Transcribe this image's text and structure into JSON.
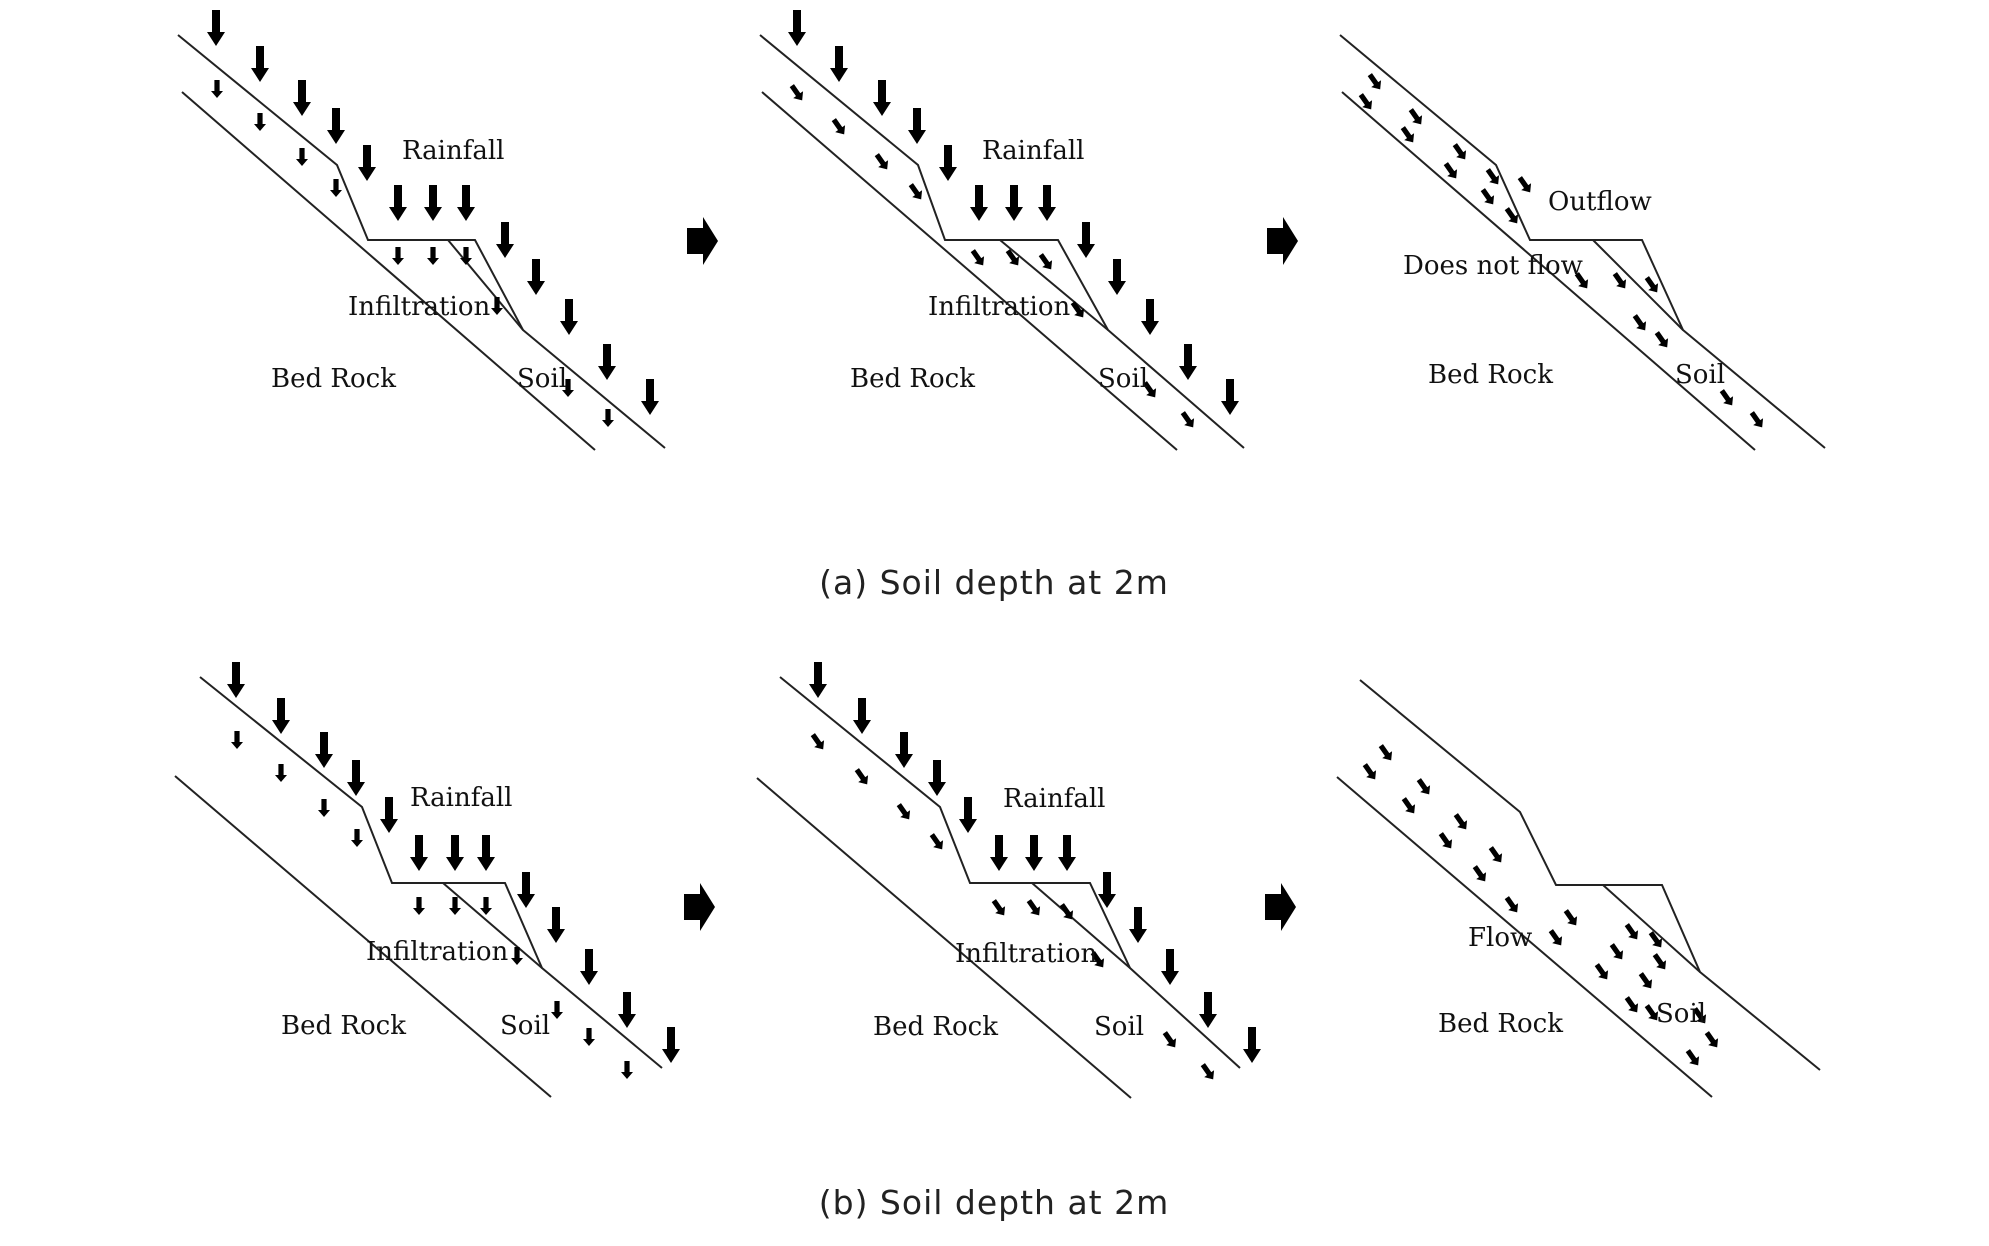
{
  "panels": [
    {
      "name": "a1",
      "labels": {
        "rainfall": "Rainfall",
        "infiltration": "Infiltration",
        "bedrock": "Bed Rock",
        "soil": "Soil"
      }
    },
    {
      "name": "a2",
      "labels": {
        "rainfall": "Rainfall",
        "infiltration": "Infiltration",
        "bedrock": "Bed Rock",
        "soil": "Soil"
      }
    },
    {
      "name": "a3",
      "labels": {
        "outflow": "Outflow",
        "doesnotflow": "Does not flow",
        "bedrock": "Bed Rock",
        "soil": "Soil"
      }
    },
    {
      "name": "b1",
      "labels": {
        "rainfall": "Rainfall",
        "infiltration": "Infiltration",
        "bedrock": "Bed Rock",
        "soil": "Soil"
      }
    },
    {
      "name": "b2",
      "labels": {
        "rainfall": "Rainfall",
        "infiltration": "Infiltration",
        "bedrock": "Bed Rock",
        "soil": "Soil"
      }
    },
    {
      "name": "b3",
      "labels": {
        "flow": "Flow",
        "bedrock": "Bed Rock",
        "soil": "Soil"
      }
    }
  ],
  "captions": {
    "a": "(a) Soil depth at 2m",
    "b": "(b) Soil depth at 2m"
  },
  "icons": {
    "rain": "down-arrow-icon",
    "infiltration": "small-down-arrow-icon",
    "flow": "small-diagonal-arrow-icon",
    "step": "right-arrow-icon"
  }
}
